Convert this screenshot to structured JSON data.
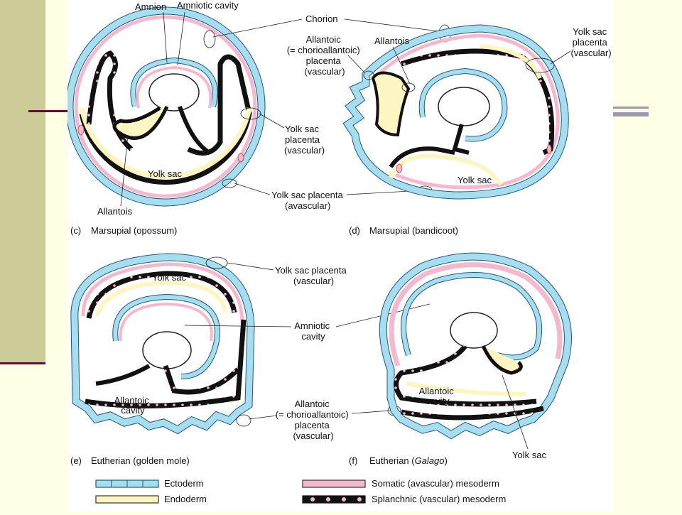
{
  "slide": {
    "colors": {
      "background": "#ffffe6",
      "strip": "#cccc99",
      "rule": "#5a1030"
    }
  },
  "diagram_colors": {
    "ectoderm": "#a8dcef",
    "endoderm": "#fdf6c3",
    "somatic": "#f4b8cf",
    "splanchnic": "#111111",
    "dot": "#f4b8cf"
  },
  "panels": {
    "c": {
      "caption_letter": "(c)",
      "caption": "Marsupial (opossum)",
      "labels": {
        "amnion": "Amnion",
        "amniotic_cavity": "Amniotic cavity",
        "chorion": "Chorion",
        "yolk_sac_placenta_vascular": [
          "Yolk sac",
          "placenta",
          "(vascular)"
        ],
        "yolk_sac": "Yolk sac",
        "allantois": "Allantois",
        "yolk_sac_placenta_avascular": [
          "Yolk sac placenta",
          "(avascular)"
        ]
      }
    },
    "d": {
      "caption_letter": "(d)",
      "caption": "Marsupial (bandicoot)",
      "labels": {
        "allantoic_placenta": [
          "Allantoic",
          "(= chorioallantoic)",
          "placenta",
          "(vascular)"
        ],
        "allantois": "Allantois",
        "yolk_sac_placenta_vascular": [
          "Yolk sac",
          "placenta",
          "(vascular)"
        ],
        "yolk_sac": "Yolk sac"
      }
    },
    "e": {
      "caption_letter": "(e)",
      "caption": "Eutherian (golden mole)",
      "labels": {
        "yolk_sac": "Yolk sac",
        "yolk_sac_placenta_vascular": [
          "Yolk sac placenta",
          "(vascular)"
        ],
        "amniotic_cavity": [
          "Amniotic",
          "cavity"
        ],
        "allantoic_cavity": [
          "Allantoic",
          "cavity"
        ],
        "allantoic_placenta": [
          "Allantoic",
          "(= chorioallantoic)",
          "placenta",
          "(vascular)"
        ]
      }
    },
    "f": {
      "caption_letter": "(f)",
      "caption_prefix": "Eutherian (",
      "caption_italic": "Galago",
      "caption_suffix": ")",
      "labels": {
        "allantoic_cavity": [
          "Allantoic",
          "cavity"
        ],
        "yolk_sac": "Yolk sac"
      }
    }
  },
  "legend": {
    "ectoderm": "Ectoderm",
    "endoderm": "Endoderm",
    "somatic": "Somatic (avascular) mesoderm",
    "splanchnic": "Splanchnic (vascular) mesoderm"
  }
}
